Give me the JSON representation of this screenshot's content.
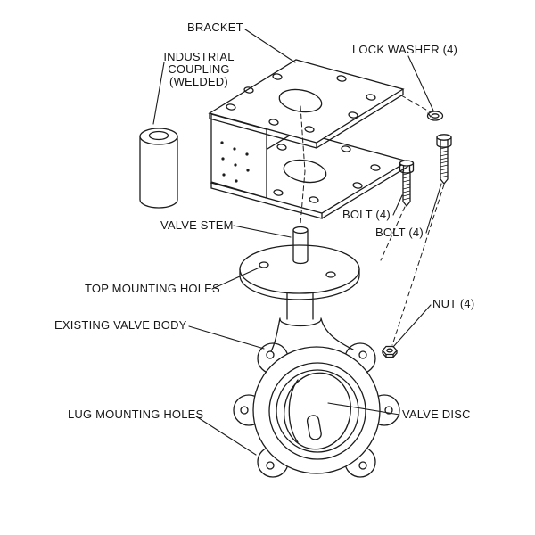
{
  "figure": {
    "type": "exploded-assembly-diagram",
    "background_color": "#ffffff",
    "line_color": "#1c1c1c"
  },
  "labels": {
    "bracket": "BRACKET",
    "industrial_coupling": "INDUSTRIAL\nCOUPLING\n(WELDED)",
    "lock_washer": "LOCK WASHER (4)",
    "bolt_upper": "BOLT (4)",
    "bolt_lower": "BOLT (4)",
    "valve_stem": "VALVE STEM",
    "top_mounting_holes": "TOP MOUNTING HOLES",
    "nut": "NUT (4)",
    "existing_valve_body": "EXISTING VALVE BODY",
    "lug_mounting_holes": "LUG MOUNTING HOLES",
    "valve_disc": "VALVE DISC"
  }
}
